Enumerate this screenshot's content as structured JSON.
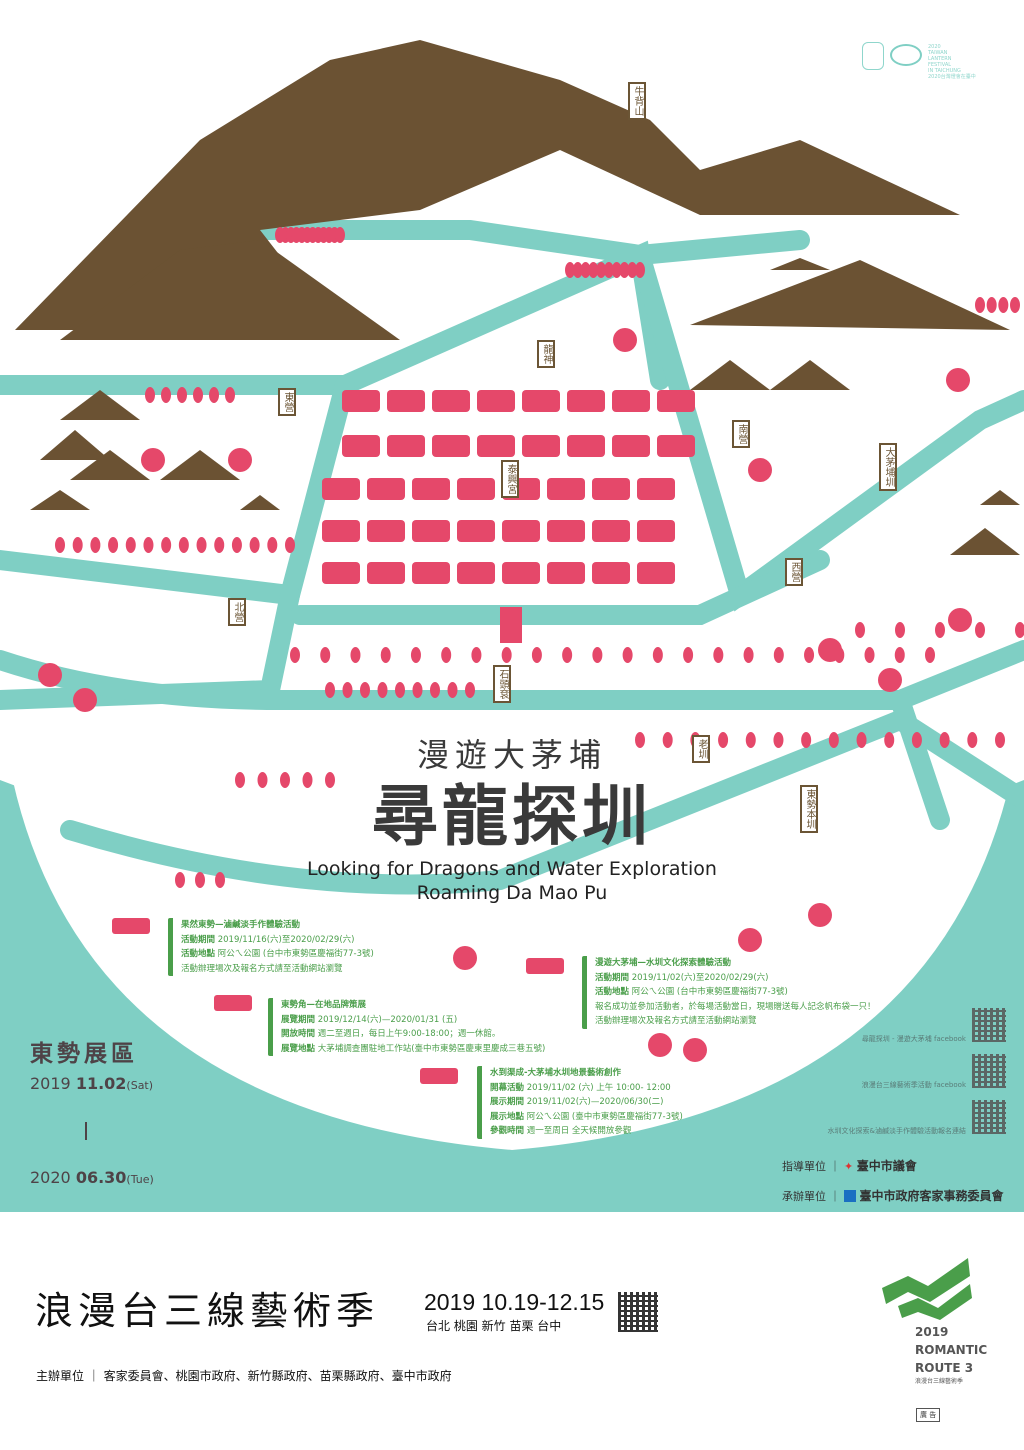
{
  "top_logo": {
    "text": [
      "2020",
      "TAIWAN",
      "LANTERN",
      "FESTIVAL",
      "IN TAICHUNG",
      "2020台灣燈會在臺中"
    ]
  },
  "map_labels": {
    "niubeishan": "牛背山",
    "longshen": "龍神",
    "dongying": "東營",
    "nanying": "南營",
    "damaopu_canal": "大茅埔圳",
    "taixinggong": "泰興宮",
    "xiying": "西營",
    "beiying": "北營",
    "shitougun": "石頭袞",
    "laozun": "老圳",
    "dongshi_canal": "東勢本圳"
  },
  "title": {
    "cn_small": "漫遊大茅埔",
    "cn_large": "尋龍探圳",
    "en_line1": "Looking for Dragons and Water Exploration",
    "en_line2": "Roaming Da Mao Pu"
  },
  "events": [
    {
      "lines": [
        {
          "k": "",
          "v": "果然東勢—滷鹹淡手作體驗活動"
        },
        {
          "k": "活動期間",
          "v": " 2019/11/16(六)至2020/02/29(六)"
        },
        {
          "k": "活動地點",
          "v": " 阿公ㄟ公園 (台中市東勢區慶福街77-3號)"
        },
        {
          "k": "",
          "v": "活動辦理場次及報名方式請至活動網站瀏覽"
        }
      ]
    },
    {
      "lines": [
        {
          "k": "",
          "v": "東勢角—在地品牌策展"
        },
        {
          "k": "展覽期間",
          "v": " 2019/12/14(六)—2020/01/31 (五)"
        },
        {
          "k": "開放時間",
          "v": " 週二至週日，每日上午9:00-18:00；週一休館。"
        },
        {
          "k": "展覽地點",
          "v": " 大茅埔調查團駐地工作站(臺中市東勢區慶東里慶成三巷五號)"
        }
      ]
    },
    {
      "lines": [
        {
          "k": "",
          "v": "漫遊大茅埔—水圳文化探索體驗活動"
        },
        {
          "k": "活動期間",
          "v": " 2019/11/02(六)至2020/02/29(六)"
        },
        {
          "k": "活動地點",
          "v": " 阿公ㄟ公園 (台中市東勢區慶福街77-3號)"
        },
        {
          "k": "",
          "v": "報名成功並參加活動者，於每場活動當日，現場贈送每人記念帆布袋一只！"
        },
        {
          "k": "",
          "v": "活動辦理場次及報名方式請至活動網站瀏覽"
        }
      ]
    },
    {
      "lines": [
        {
          "k": "",
          "v": "水到渠成-大茅埔水圳地景藝術創作"
        },
        {
          "k": "開幕活動",
          "v": " 2019/11/02 (六) 上午 10:00- 12:00"
        },
        {
          "k": "展示期間",
          "v": " 2019/11/02(六)—2020/06/30(二)"
        },
        {
          "k": "展示地點",
          "v": " 阿公ㄟ公園 (臺中市東勢區慶福街77-3號)"
        },
        {
          "k": "參觀時間",
          "v": " 週一至周日 全天候開放參觀"
        }
      ]
    }
  ],
  "exhibit": {
    "area": "東勢展區",
    "start_year": "2019",
    "start_date": "11.02",
    "start_day": "(Sat)",
    "end_year": "2020",
    "end_date": "06.30",
    "end_day": "(Tue)"
  },
  "qr_links": [
    "尋龍探圳 - 漫遊大茅埔 facebook",
    "浪漫台三線藝術季活動 facebook",
    "水圳文化探索&滷鹹淡手作體驗活動報名連結"
  ],
  "units": {
    "guide_label": "指導單位",
    "guide_org": "臺中市議會",
    "organizer_label": "承辦單位",
    "organizer_org": "臺中市政府客家事務委員會"
  },
  "footer": {
    "festival": "浪漫台三線藝術季",
    "dates": "2019 10.19-12.15",
    "cities": "台北 桃園 新竹 苗栗 台中",
    "hosts_label": "主辦單位",
    "hosts": "客家委員會、桃園市政府、新竹縣政府、苗栗縣政府、臺中市政府",
    "logo_text": [
      "2019",
      "ROMANTIC",
      "ROUTE 3"
    ],
    "logo_sub": "浪漫台三線藝術季",
    "ad": "廣 告"
  },
  "colors": {
    "teal": "#7fcfc4",
    "mountain": "#6b5233",
    "red": "#e5486a",
    "green": "#4a9e4a"
  }
}
